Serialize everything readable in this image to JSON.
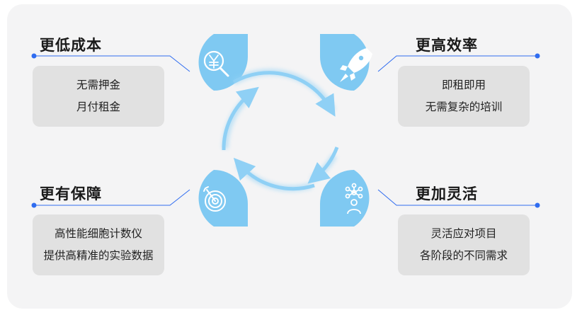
{
  "sections": {
    "top_left": {
      "title": "更低成本",
      "lines": [
        "无需押金",
        "月付租金"
      ],
      "icon": "yuan-magnifier-icon"
    },
    "top_right": {
      "title": "更高效率",
      "lines": [
        "即租即用",
        "无需复杂的培训"
      ],
      "icon": "rocket-icon"
    },
    "bottom_left": {
      "title": "更有保障",
      "lines": [
        "高性能细胞计数仪",
        "提供高精准的实验数据"
      ],
      "icon": "target-icon"
    },
    "bottom_right": {
      "title": "更加灵活",
      "lines": [
        "灵活应对项目",
        "各阶段的不同需求"
      ],
      "icon": "network-person-icon"
    }
  },
  "colors": {
    "accent_blue": "#2f6cf0",
    "petal_blue": "#7fc9f2",
    "arrow_blue": "#8fd0f5",
    "panel_bg": "#f4f4f5",
    "box_bg": "#e1e1e1"
  }
}
